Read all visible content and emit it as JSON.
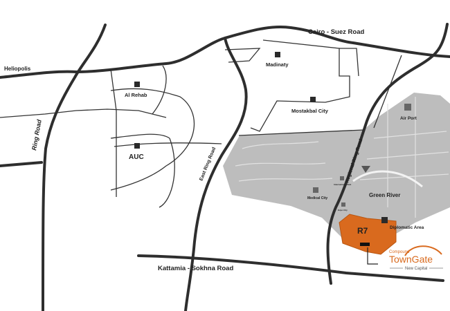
{
  "roads": {
    "cairo_suez": "Cairo - Suez Road",
    "heliopolis": "Heliopolis",
    "ring_road": "Ring Road",
    "east_ring_road": "East Ring Road",
    "regional_ring_road": "Regional Ring Road",
    "kattamia_sokhna": "Kattamia - Sokhna Road"
  },
  "places": {
    "madinaty": "Madinaty",
    "al_rehab": "Al Rehab",
    "mostakbal_city": "Mostakbal City",
    "auc": "AUC",
    "air_port": "Air Port",
    "green_river": "Green River",
    "medical_city": "Medical City",
    "international_park": "International Park",
    "expo_city": "Expo City",
    "diplomatic_area": "Diplomatic Area",
    "r7": "R7"
  },
  "logo": {
    "compound": "Compound",
    "name": "TownGate",
    "subtitle": "New Capital"
  },
  "colors": {
    "highlight": "#d96a1e",
    "road": "#333333",
    "new_capital_area": "#b8b8b8"
  }
}
